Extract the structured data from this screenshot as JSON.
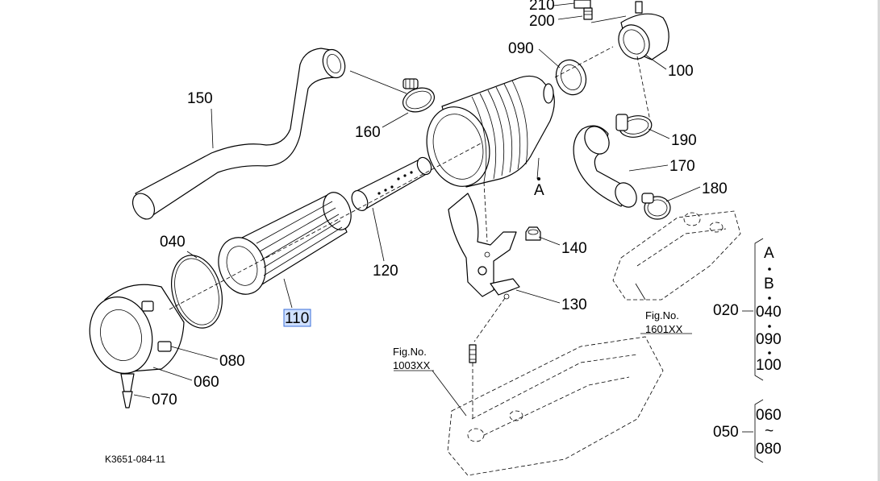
{
  "parts": {
    "p210": "210",
    "p200": "200",
    "p090": "090",
    "p100": "100",
    "p150": "150",
    "p160": "160",
    "p190": "190",
    "p170": "170",
    "p180": "180",
    "pA": "A",
    "p040": "040",
    "p120": "120",
    "p140": "140",
    "p130": "130",
    "p110": "110",
    "p080": "080",
    "p060": "060",
    "p070": "070"
  },
  "references": {
    "fig1601_title": "Fig.No.",
    "fig1601_num": "1601XX",
    "fig1003_title": "Fig.No.",
    "fig1003_num": "1003XX"
  },
  "legend": {
    "group020": "020",
    "g020_items": [
      "A",
      "B",
      "040",
      "090",
      "100"
    ],
    "group050": "050",
    "g050_items": [
      "060",
      "~",
      "080"
    ]
  },
  "footer": {
    "drawing_code": "K3651-084-11"
  },
  "selected_part": "110"
}
